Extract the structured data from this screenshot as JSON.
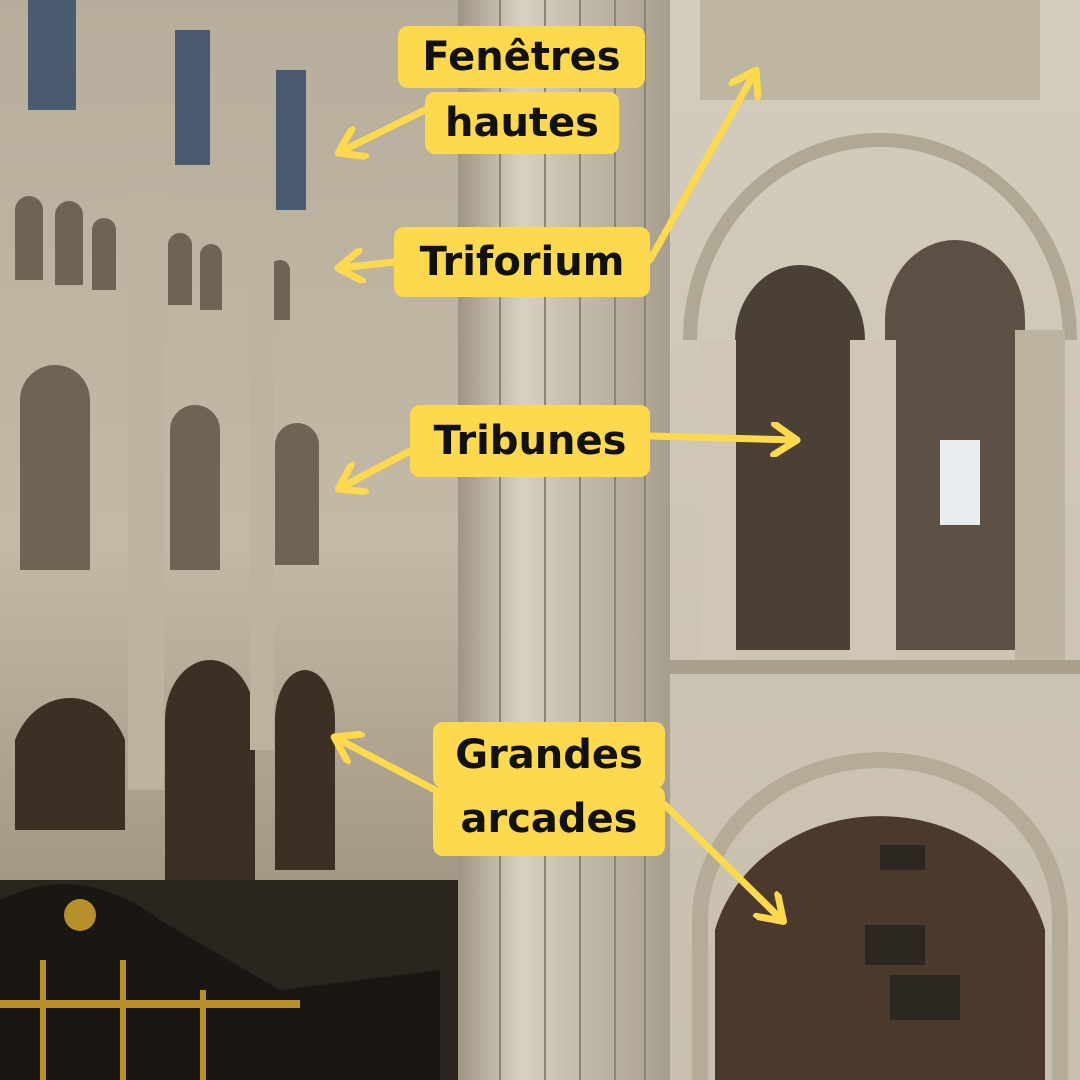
{
  "labels": {
    "fenetres_line1": "Fenêtres",
    "fenetres_line2": "hautes",
    "triforium": "Triforium",
    "tribunes": "Tribunes",
    "grandes_line1": "Grandes",
    "grandes_line2": "arcades"
  },
  "colors": {
    "label_bg": "#fdd94e",
    "arrow": "#fdd94e",
    "label_text": "#111111"
  }
}
